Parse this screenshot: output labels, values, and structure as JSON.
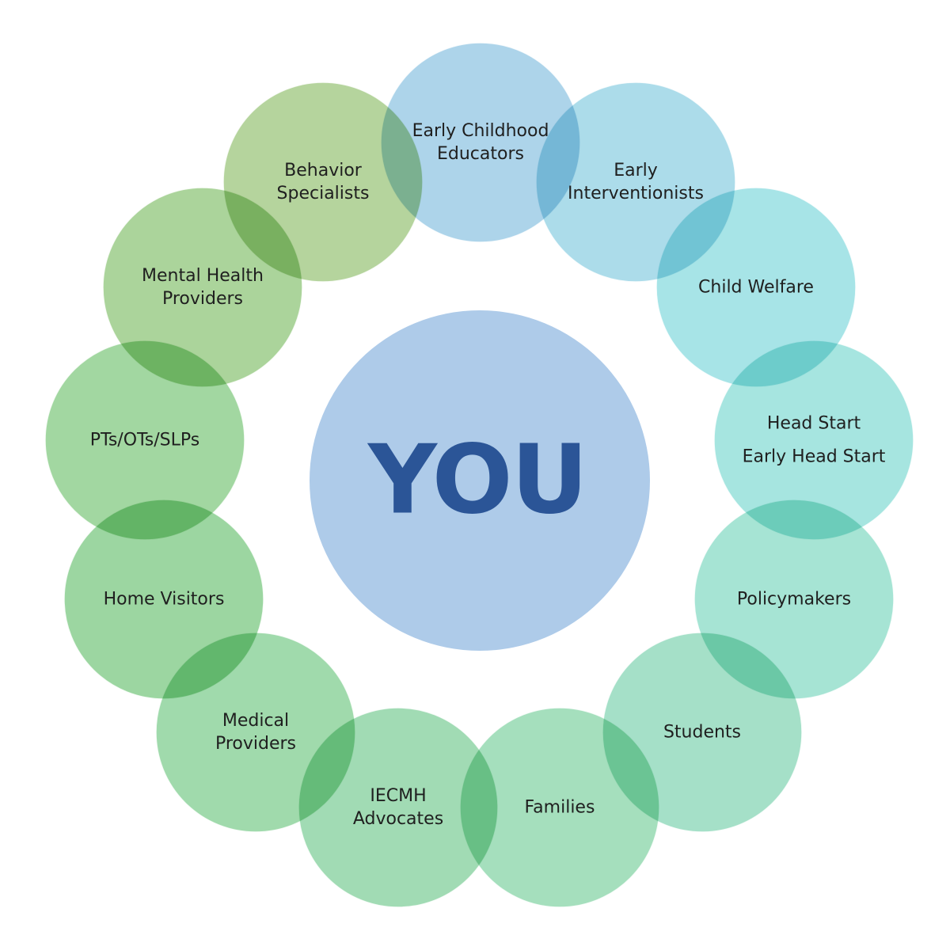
{
  "center": {
    "label": "YOU",
    "fill": "#aecbe9",
    "text_color": "#2b5597"
  },
  "nodes": [
    {
      "id": "early-childhood-educators",
      "lines": [
        "Early Childhood",
        "Educators"
      ],
      "fill": "#9fcde6"
    },
    {
      "id": "early-interventionists",
      "lines": [
        "Early",
        "Interventionists"
      ],
      "fill": "#9dd6e6"
    },
    {
      "id": "child-welfare",
      "lines": [
        "Child Welfare"
      ],
      "fill": "#98dfe3"
    },
    {
      "id": "head-start",
      "lines": [
        "Head Start",
        "Early Head Start"
      ],
      "fill": "#97e0db"
    },
    {
      "id": "policymakers",
      "lines": [
        "Policymakers"
      ],
      "fill": "#96dfcd"
    },
    {
      "id": "students",
      "lines": [
        "Students"
      ],
      "fill": "#95dbbe"
    },
    {
      "id": "families",
      "lines": [
        "Families"
      ],
      "fill": "#95d9b2"
    },
    {
      "id": "iecmh-advocates",
      "lines": [
        "IECMH",
        "Advocates"
      ],
      "fill": "#91d5a7"
    },
    {
      "id": "medical-providers",
      "lines": [
        "Medical",
        "Providers"
      ],
      "fill": "#8fd39e"
    },
    {
      "id": "home-visitors",
      "lines": [
        "Home Visitors"
      ],
      "fill": "#8bcf91"
    },
    {
      "id": "pts-ots-slps",
      "lines": [
        "PTs/OTs/SLPs"
      ],
      "fill": "#92d090"
    },
    {
      "id": "mental-health-providers",
      "lines": [
        "Mental Health",
        "Providers"
      ],
      "fill": "#9ccd8a"
    },
    {
      "id": "behavior-specialists",
      "lines": [
        "Behavior",
        "Specialists"
      ],
      "fill": "#a8cc8c"
    }
  ]
}
